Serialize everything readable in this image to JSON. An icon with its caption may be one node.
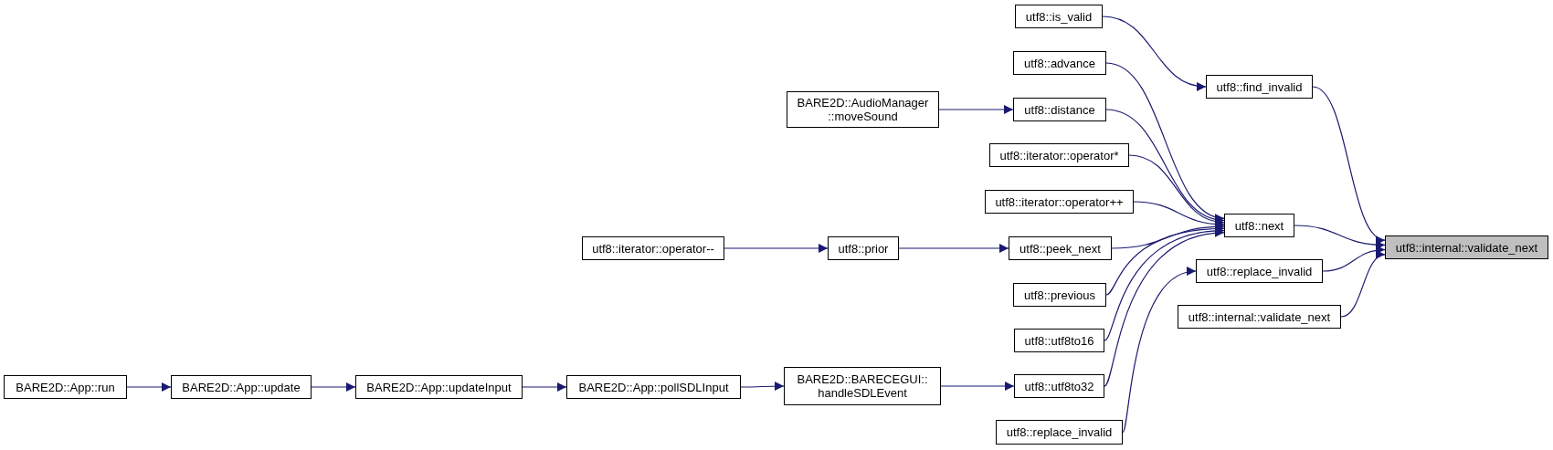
{
  "diagram": {
    "nodes": [
      {
        "text": [
          "utf8::internal::validate_next"
        ]
      },
      {
        "text": [
          "utf8::is_valid"
        ]
      },
      {
        "text": [
          "utf8::find_invalid"
        ]
      },
      {
        "text": [
          "utf8::advance"
        ]
      },
      {
        "text": [
          "BARE2D::AudioManager ::moveSound"
        ]
      },
      {
        "text": [
          "utf8::distance"
        ]
      },
      {
        "text": [
          "utf8::iterator::operator*"
        ]
      },
      {
        "text": [
          "utf8::iterator::operator++"
        ]
      },
      {
        "text": [
          "utf8::next"
        ]
      },
      {
        "text": [
          "utf8::iterator::operator--"
        ]
      },
      {
        "text": [
          "utf8::prior"
        ]
      },
      {
        "text": [
          "utf8::peek_next"
        ]
      },
      {
        "text": [
          "utf8::replace_invalid"
        ]
      },
      {
        "text": [
          "utf8::previous"
        ]
      },
      {
        "text": [
          "utf8::internal::validate_next"
        ]
      },
      {
        "text": [
          "utf8::utf8to16"
        ]
      },
      {
        "text": [
          "BARE2D::App::run"
        ]
      },
      {
        "text": [
          "BARE2D::App::update"
        ]
      },
      {
        "text": [
          "BARE2D::App::updateInput"
        ]
      },
      {
        "text": [
          "BARE2D::App::pollSDLInput"
        ]
      },
      {
        "text": [
          "BARE2D::BARECEGUI:: handleSDLEvent"
        ]
      },
      {
        "text": [
          "utf8::utf8to32"
        ]
      },
      {
        "text": [
          "utf8::replace_invalid"
        ]
      }
    ],
    "edges": [
      {
        "from": 1,
        "to": 2,
        "arrow": "to"
      },
      {
        "from": 2,
        "to": 0,
        "arrow": "to"
      },
      {
        "from": 3,
        "to": 8,
        "arrow": "to"
      },
      {
        "from": 4,
        "to": 5,
        "arrow": "to"
      },
      {
        "from": 5,
        "to": 8,
        "arrow": "to"
      },
      {
        "from": 6,
        "to": 8,
        "arrow": "to"
      },
      {
        "from": 7,
        "to": 8,
        "arrow": "to"
      },
      {
        "from": 9,
        "to": 10,
        "arrow": "to"
      },
      {
        "from": 10,
        "to": 11,
        "arrow": "to"
      },
      {
        "from": 11,
        "to": 8,
        "arrow": "to"
      },
      {
        "from": 13,
        "to": 8,
        "arrow": "to"
      },
      {
        "from": 15,
        "to": 8,
        "arrow": "to"
      },
      {
        "from": 21,
        "to": 8,
        "arrow": "to"
      },
      {
        "from": 8,
        "to": 0,
        "arrow": "to"
      },
      {
        "from": 12,
        "to": 0,
        "arrow": "to"
      },
      {
        "from": 14,
        "to": 0,
        "arrow": "to"
      },
      {
        "from": 16,
        "to": 17,
        "arrow": "to"
      },
      {
        "from": 17,
        "to": 18,
        "arrow": "to"
      },
      {
        "from": 18,
        "to": 19,
        "arrow": "to"
      },
      {
        "from": 19,
        "to": 20,
        "arrow": "to"
      },
      {
        "from": 20,
        "to": 21,
        "arrow": "to"
      },
      {
        "from": 22,
        "to": 12,
        "arrow": "to"
      }
    ]
  }
}
